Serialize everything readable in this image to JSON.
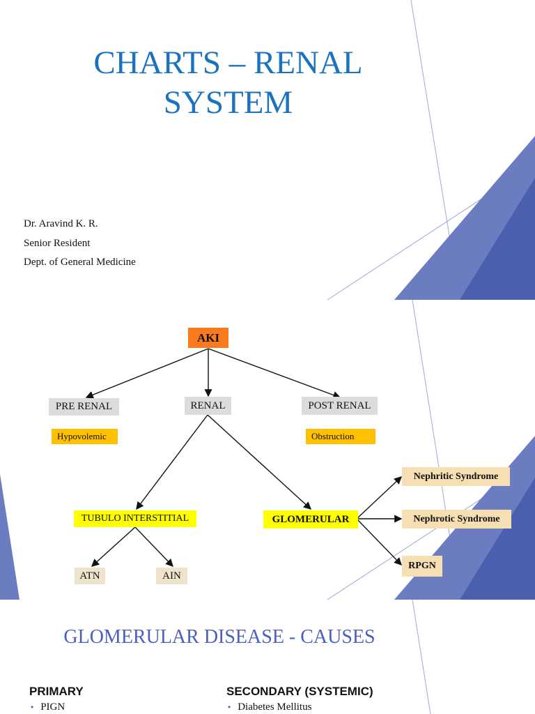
{
  "slide1": {
    "title_line1": "CHARTS – RENAL",
    "title_line2": "SYSTEM",
    "author_name": "Dr. Aravind K. R.",
    "author_role": "Senior Resident",
    "author_dept": "Dept. of General Medicine"
  },
  "flowchart": {
    "root": "AKI",
    "pre_renal": "PRE RENAL",
    "renal": "RENAL",
    "post_renal": "POST RENAL",
    "hypovolemic": "Hypovolemic",
    "obstruction": "Obstruction",
    "tubulo_interstitial": "TUBULO INTERSTITIAL",
    "glomerular": "GLOMERULAR",
    "atn": "ATN",
    "ain": "AIN",
    "nephritic": "Nephritic Syndrome",
    "nephrotic": "Nephrotic Syndrome",
    "rpgn": "RPGN"
  },
  "slide3": {
    "title": "GLOMERULAR DISEASE - CAUSES",
    "primary_heading": "PRIMARY",
    "primary_items": [
      "PIGN"
    ],
    "secondary_heading": "SECONDARY (SYSTEMIC)",
    "secondary_items": [
      "Diabetes Mellitus"
    ]
  },
  "colors": {
    "title_blue": "#1a72c0",
    "deco_blue": "#4a5fae",
    "box_orange": "#f97b1e",
    "box_amber": "#ffc000",
    "box_yellow": "#ffff00",
    "box_grey": "#dcdcdc",
    "box_tan": "#f5dfb3"
  }
}
